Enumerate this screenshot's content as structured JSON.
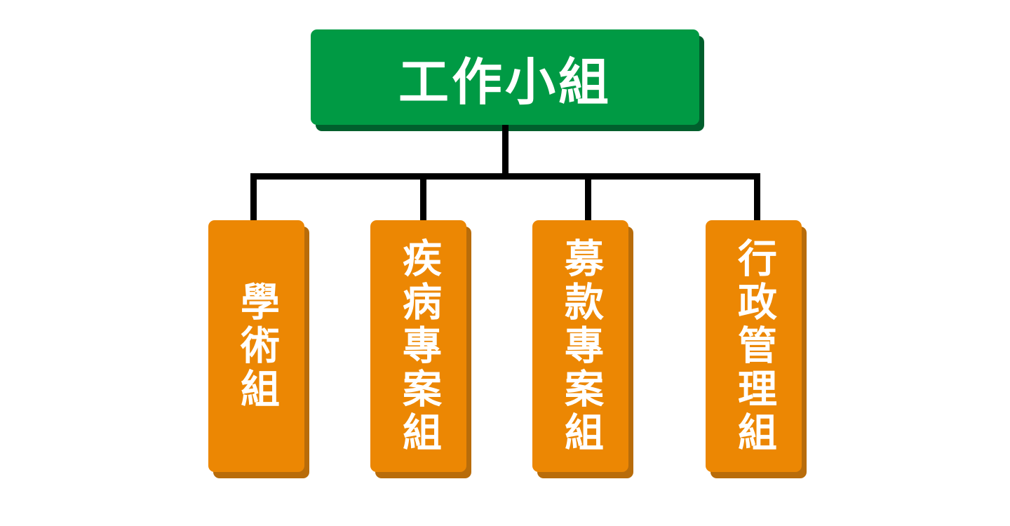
{
  "colors": {
    "root": "#009a44",
    "root_shadow": "#005f2d",
    "child": "#ec8703",
    "child_shadow": "#b86c0a",
    "connector": "#000000"
  },
  "root": {
    "label": "工作小組"
  },
  "children": [
    {
      "label": "學術組"
    },
    {
      "label": "疾病專案組"
    },
    {
      "label": "募款專案組"
    },
    {
      "label": "行政管理組"
    }
  ]
}
